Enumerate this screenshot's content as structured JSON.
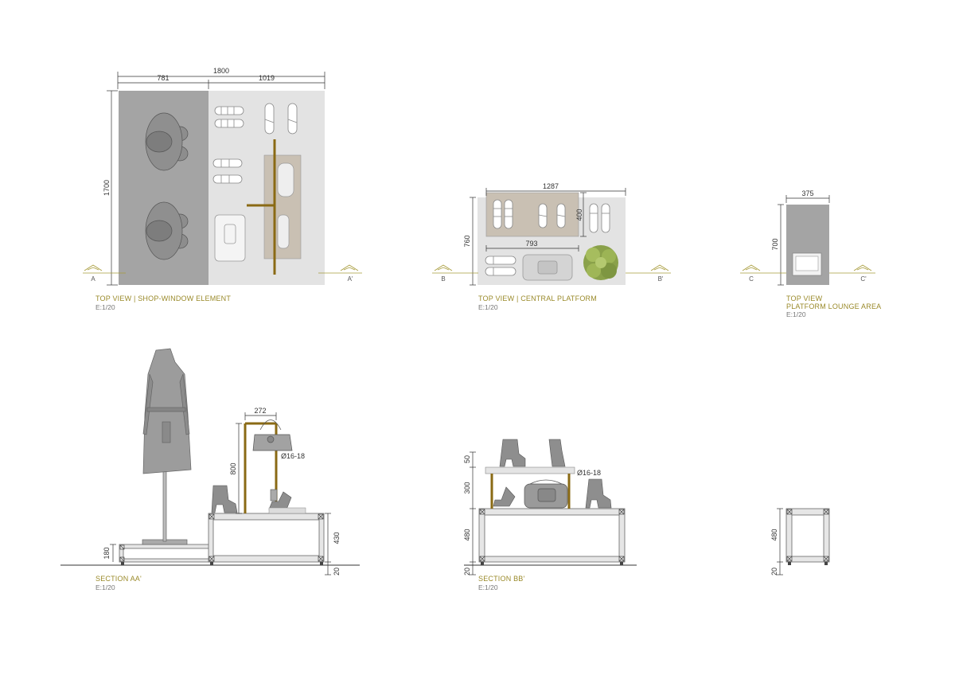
{
  "colors": {
    "caption": "#9a8a2a",
    "brass": "#8a6a14",
    "dark_panel": "#a3a3a3",
    "light_panel": "#e2e2e2",
    "platform": "#c9c0b3",
    "text": "#333333"
  },
  "top_view_shop_window": {
    "caption": "TOP VIEW | SHOP-WINDOW ELEMENT",
    "scale": "E:1/20",
    "dim_total": "1800",
    "dim_left": "781",
    "dim_right": "1019",
    "dim_height": "1700",
    "section_left": "A",
    "section_right": "A'"
  },
  "top_view_central_platform": {
    "caption": "TOP VIEW | CENTRAL PLATFORM",
    "scale": "E:1/20",
    "dim_width": "1287",
    "dim_inner_height": "400",
    "dim_inner_width": "793",
    "dim_height": "760",
    "section_left": "B",
    "section_right": "B'"
  },
  "top_view_lounge": {
    "caption_line1": "TOP VIEW",
    "caption_line2": "PLATFORM LOUNGE AREA",
    "scale": "E:1/20",
    "dim_width": "375",
    "dim_height": "700",
    "section_left": "C",
    "section_right": "C'"
  },
  "section_aa": {
    "caption": "SECTION AA'",
    "scale": "E:1/20",
    "dim_rail_width": "272",
    "dim_rail_height": "800",
    "dim_tube": "Ø16-18",
    "dim_low_step": "180",
    "dim_high_step": "430",
    "dim_feet": "20"
  },
  "section_bb": {
    "caption": "SECTION BB'",
    "scale": "E:1/20",
    "dim_top": "50",
    "dim_tube": "Ø16-18",
    "dim_mid": "300",
    "dim_base": "480",
    "dim_feet": "20"
  },
  "section_cc": {
    "dim_base": "480",
    "dim_feet": "20"
  }
}
